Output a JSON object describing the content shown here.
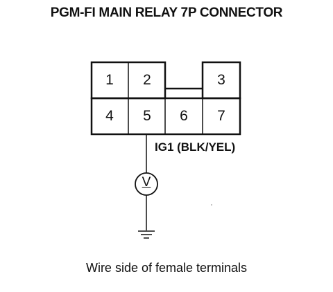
{
  "title": "PGM-FI MAIN RELAY 7P CONNECTOR",
  "connector": {
    "terminals": [
      "1",
      "2",
      "3",
      "4",
      "5",
      "6",
      "7"
    ]
  },
  "wire_label": "IG1 (BLK/YEL)",
  "meter_symbol": "V",
  "caption": "Wire side of female terminals",
  "colors": {
    "line": "#111111",
    "background": "#ffffff"
  }
}
